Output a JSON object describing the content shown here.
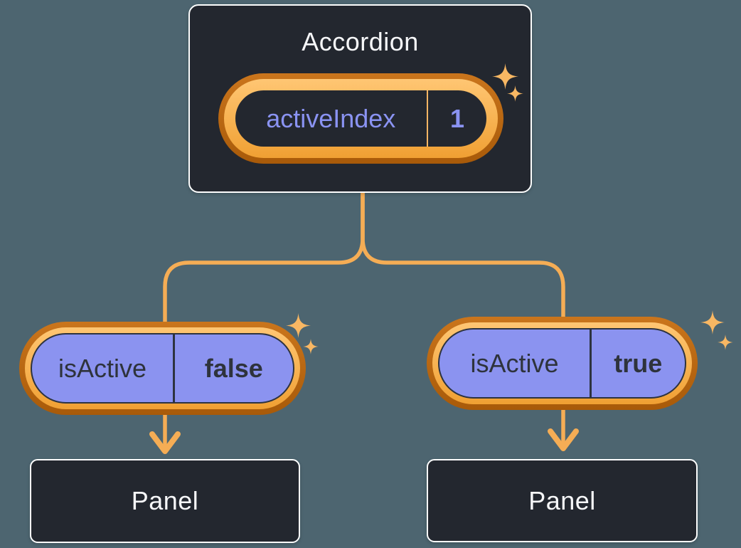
{
  "diagram": {
    "root": {
      "title": "Accordion",
      "state": {
        "label": "activeIndex",
        "value": "1"
      }
    },
    "children": [
      {
        "prop": {
          "label": "isActive",
          "value": "false"
        },
        "panel": {
          "title": "Panel"
        }
      },
      {
        "prop": {
          "label": "isActive",
          "value": "true"
        },
        "panel": {
          "title": "Panel"
        }
      }
    ]
  },
  "icons": {
    "sparkle": "sparkle-icon"
  },
  "colors": {
    "canvas-bg": "#4D6570",
    "box-bg": "#23272F",
    "box-border": "#FCFDFD",
    "text-light": "#F6F7F9",
    "text-dark": "#2E333C",
    "purple-fill": "#8B93F0",
    "purple-text": "#8A93F2",
    "ring-dark-1": "#CA751C",
    "ring-dark-2": "#A85A09",
    "ring-light-1": "#FFC673",
    "ring-light-2": "#F0A033",
    "line": "#F5AD55",
    "sparkle": "#F8B763",
    "divider-light": "#F7B564",
    "divider-dark": "#2D3340"
  }
}
